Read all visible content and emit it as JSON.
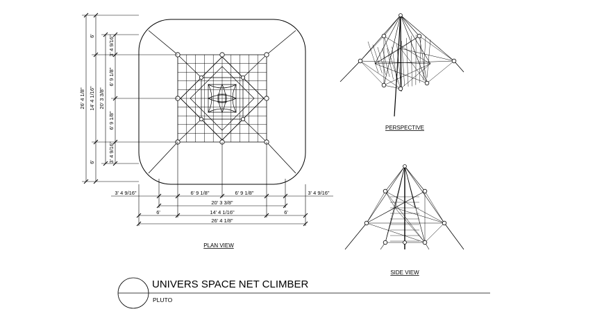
{
  "title": "UNIVERS SPACE NET CLIMBER",
  "subtitle": "PLUTO",
  "views": {
    "plan": "PLAN VIEW",
    "perspective": "PERSPECTIVE",
    "side": "SIDE VIEW"
  },
  "dimensions": {
    "horizontal": {
      "outer_left": "3' 4 9/16\"",
      "inner_left": "6' 9 1/8\"",
      "inner_right": "6' 9 1/8\"",
      "outer_right": "3' 4 9/16\"",
      "span_20": "20' 3 3/8\"",
      "pad_left": "6'",
      "span_14": "14' 4 1/16\"",
      "pad_right": "6'",
      "overall": "26' 4 1/8\""
    },
    "vertical": {
      "overall": "26' 4 1/8\"",
      "span_14": "14' 4 1/16\"",
      "pad_top": "6'",
      "pad_bottom": "6'",
      "span_20": "20' 3 3/8\"",
      "outer_top": "3' 4 9/16\"",
      "inner_top": "6' 9 1/8\"",
      "inner_bottom": "6' 9 1/8\"",
      "outer_bottom": "3' 4 9/16\""
    }
  }
}
